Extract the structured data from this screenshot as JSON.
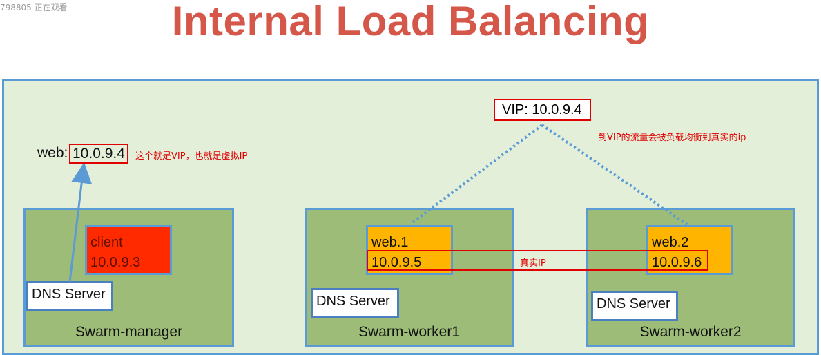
{
  "watermark": "798805 正在观看",
  "title": "Internal Load Balancing",
  "vip_box": "VIP: 10.0.9.4",
  "vip_note": "到VIP的流量会被负载均衡到真实的ip",
  "web_lookup": {
    "prefix": "web:",
    "ip": "10.0.9.4",
    "note": "这个就是VIP，也就是虚拟IP"
  },
  "real_ip_note": "真实IP",
  "nodes": [
    {
      "name": "Swarm-manager",
      "dns": "DNS Server",
      "service": {
        "name": "client",
        "ip": "10.0.9.3"
      }
    },
    {
      "name": "Swarm-worker1",
      "dns": "DNS Server",
      "service": {
        "name": "web.1",
        "ip": "10.0.9.5"
      }
    },
    {
      "name": "Swarm-worker2",
      "dns": "DNS Server",
      "service": {
        "name": "web.2",
        "ip": "10.0.9.6"
      }
    }
  ],
  "colors": {
    "title": "#d4574a",
    "border_blue": "#5b9bd5",
    "node_green": "#9dbc78",
    "client_red": "#ff2a00",
    "web_orange": "#ffb400",
    "annotation_red": "#e00000"
  }
}
